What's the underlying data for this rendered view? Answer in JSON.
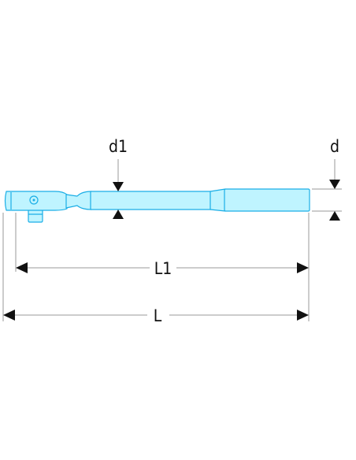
{
  "labels": {
    "d1": "d1",
    "d": "d",
    "L1": "L1",
    "L": "L"
  },
  "colors": {
    "tool_fill": "#bff4ff",
    "tool_outline": "#1aaee6",
    "dimension_line": "#9a9a9a",
    "arrow": "#111111",
    "text": "#111111"
  }
}
